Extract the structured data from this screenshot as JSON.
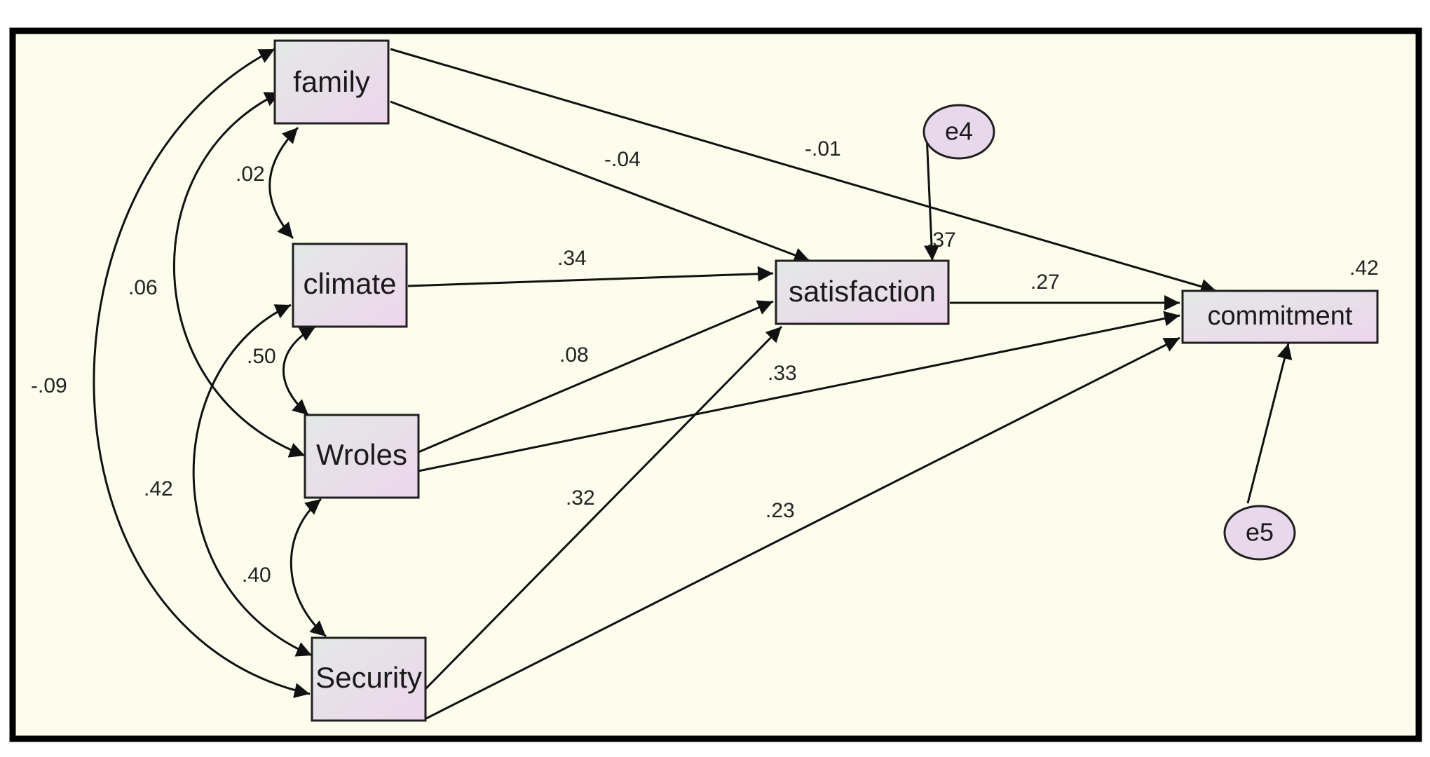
{
  "nodes": {
    "family": "family",
    "climate": "climate",
    "wroles": "Wroles",
    "security": "Security",
    "satisfaction": "satisfaction",
    "commitment": "commitment",
    "e4": "e4",
    "e5": "e5"
  },
  "squared_multiple_correlations": {
    "satisfaction": ".37",
    "commitment": ".42"
  },
  "paths": {
    "family_satisfaction": "-.04",
    "family_commitment": "-.01",
    "climate_satisfaction": ".34",
    "wroles_satisfaction": ".08",
    "wroles_commitment": ".33",
    "security_satisfaction": ".32",
    "security_commitment": ".23",
    "satisfaction_commitment": ".27"
  },
  "covariances": {
    "family_climate": ".02",
    "family_wroles": ".06",
    "family_security": "-.09",
    "climate_wroles": ".50",
    "climate_security": ".42",
    "wroles_security": ".40"
  },
  "colors": {
    "background": "#fdfdee",
    "node_fill_start": "#e4e8e6",
    "node_fill_end": "#ecd6ec",
    "error_fill": "#e8d8ec",
    "line": "#111111"
  }
}
